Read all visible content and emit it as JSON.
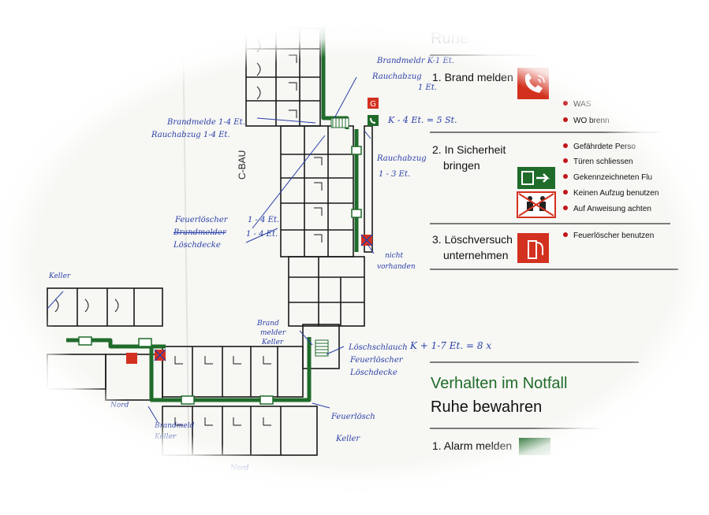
{
  "panel": {
    "top_title": "Ruhe",
    "steps": [
      {
        "label": "1. Brand melden",
        "bullets": [
          "WAS",
          "WO brenn"
        ]
      },
      {
        "label_line1": "2. In Sicherheit",
        "label_line2": "bringen",
        "bullets": [
          "Gefährdete Perso",
          "Türen schliessen",
          "Gekennzeichneten Flu",
          "Keinen Aufzug benutzen",
          "Auf Anweisung achten"
        ]
      },
      {
        "label_line1": "3. Löschversuch",
        "label_line2": "unternehmen",
        "bullets": [
          "Feuerlöscher benutzen"
        ]
      }
    ],
    "section_title": "Verhalten im Notfall",
    "section_subtitle": "Ruhe bewahren",
    "alarm_step": "1. Alarm melden"
  },
  "map": {
    "building_label": "C-BAU"
  },
  "handwriting": {
    "n1a": "Brandmeldr K-1 Et.",
    "n1b": "Rauchabzug",
    "n1c": "1 Et.",
    "n2a": "Brandmelde 1-4 Et.",
    "n2b": "Rauchabzug 1-4 Et.",
    "n3": "K - 4 Et. = 5 St.",
    "n4a": "Rauchabzug",
    "n4b": "1 - 3 Et.",
    "n5a": "Feuerlöscher",
    "n5b": "Brandmelder",
    "n5c": "Löschdecke",
    "n5d": "1 - 4 Et.",
    "n5e": "1 - 4 Et.",
    "n6a": "nicht",
    "n6b": "vorhanden",
    "n7a": "Keller",
    "n8a": "Brand",
    "n8b": "melder",
    "n8c": "Keller",
    "n9a": "Löschschlauch",
    "n9b": "Feuerlöscher",
    "n9c": "Löschdecke",
    "n9d": "K + 1-7 Et. = 8 x",
    "n10a": "Feuerlösch",
    "n10b": "Keller",
    "n11a": "Brandmeld",
    "n11b": "Keller",
    "n12": "Nord",
    "n13": "Nord"
  },
  "colors": {
    "exit_green": "#1f6b2a",
    "fire_red": "#d3311f",
    "ink_blue": "#2a3fa8",
    "rule": "#333333"
  },
  "icons": [
    "phone-icon",
    "exit-arrow-icon",
    "no-elevator-icon",
    "fire-extinguisher-icon",
    "fire-alarm-icon",
    "emergency-phone-icon",
    "stairs-icon"
  ]
}
